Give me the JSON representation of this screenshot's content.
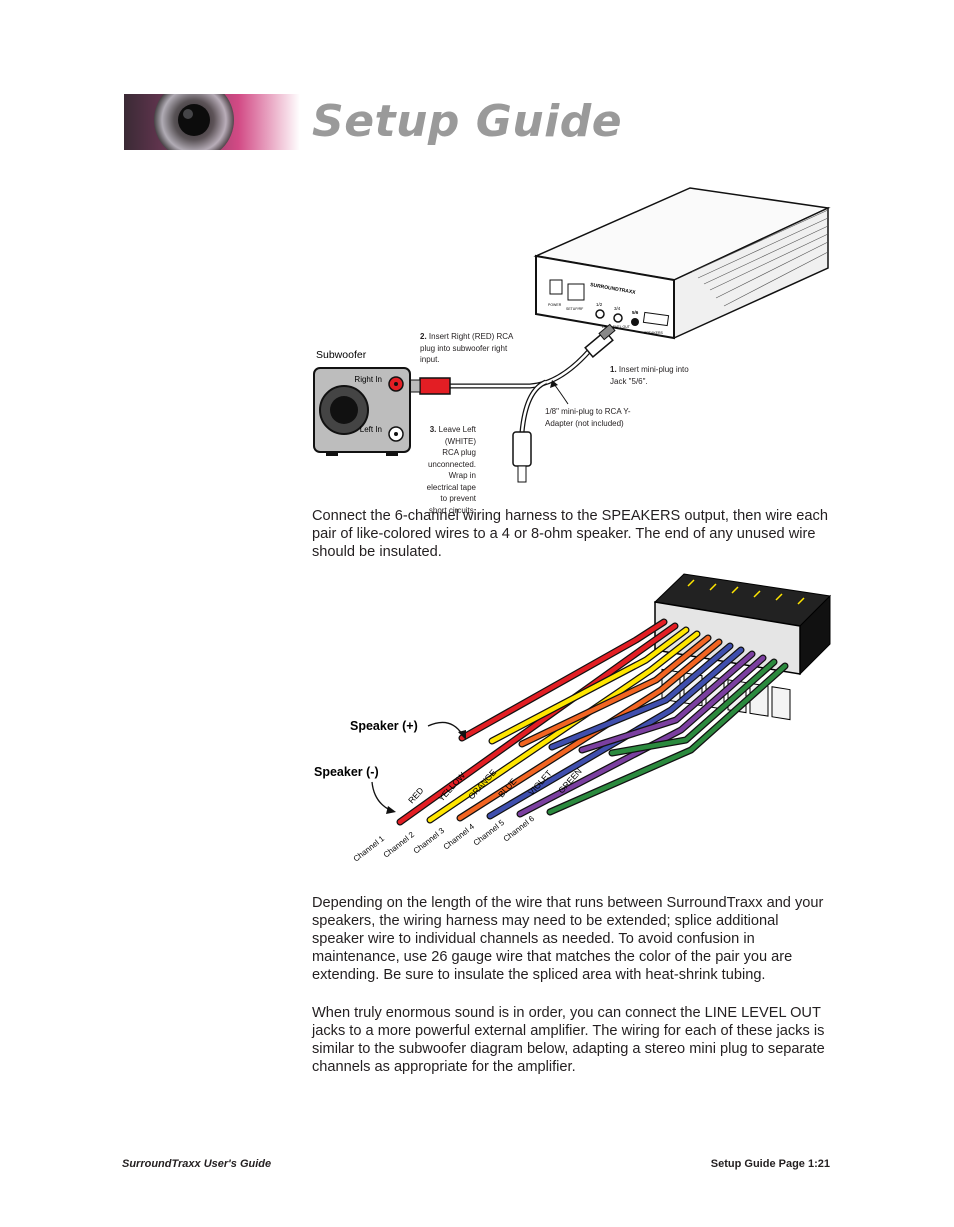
{
  "header": {
    "title": "Setup Guide"
  },
  "subwoofer_diagram": {
    "device_label": "Subwoofer",
    "right_in": "Right In",
    "left_in": "Left In",
    "step2_num": "2.",
    "step2_text": "Insert Right (RED) RCA plug into subwoofer right input.",
    "step1_num": "1.",
    "step1_text": "Insert mini-plug into Jack \"5/6\".",
    "adapter_text": "1/8\" mini-plug to RCA Y-Adapter (not included)",
    "step3_num": "3.",
    "step3_text": "Leave Left (WHITE) RCA plug unconnected. Wrap in electrical tape to prevent short circuits.",
    "box_brand": "SURROUNDTRAXX",
    "jack_labels": [
      "1/2",
      "3/4",
      "5/6"
    ],
    "port_labels": [
      "POWER",
      "SETUP/RF",
      "LINE LEVEL OUT",
      "SPEAKERS"
    ]
  },
  "paragraph1": "Connect the 6-channel wiring harness to the SPEAKERS output, then wire each pair of like-colored wires to a 4 or 8-ohm speaker. The end of any unused wire should be insulated.",
  "harness_diagram": {
    "speaker_pos": "Speaker (+)",
    "speaker_neg": "Speaker (-)",
    "wires": [
      {
        "label": "RED",
        "channel": "Channel 1",
        "color": "#e31e24"
      },
      {
        "label": "YELLOW",
        "channel": "Channel 2",
        "color": "#ffe600"
      },
      {
        "label": "ORANGE",
        "channel": "Channel 3",
        "color": "#f26522"
      },
      {
        "label": "BLUE",
        "channel": "Channel 4",
        "color": "#3f4fae"
      },
      {
        "label": "VIOLET",
        "channel": "Channel 5",
        "color": "#7b3fa0"
      },
      {
        "label": "GREEN",
        "channel": "Channel 6",
        "color": "#2b8a3e"
      }
    ]
  },
  "paragraph2": "Depending on the length of the wire that runs between SurroundTraxx and your speakers, the wiring harness may need to be extended; splice additional speaker wire to individual channels as needed. To avoid confusion in maintenance, use 26 gauge wire that matches the color of the pair you are extending. Be sure to insulate the spliced area with heat-shrink tubing.",
  "paragraph3": "When truly enormous sound is in order, you can connect the LINE LEVEL OUT jacks to a more powerful external amplifier. The wiring for each of these jacks is similar to the subwoofer diagram below, adapting a stereo mini plug to separate channels as appropriate for the amplifier.",
  "footer": {
    "left": "SurroundTraxx User's Guide",
    "right": "Setup Guide Page 1:21"
  }
}
